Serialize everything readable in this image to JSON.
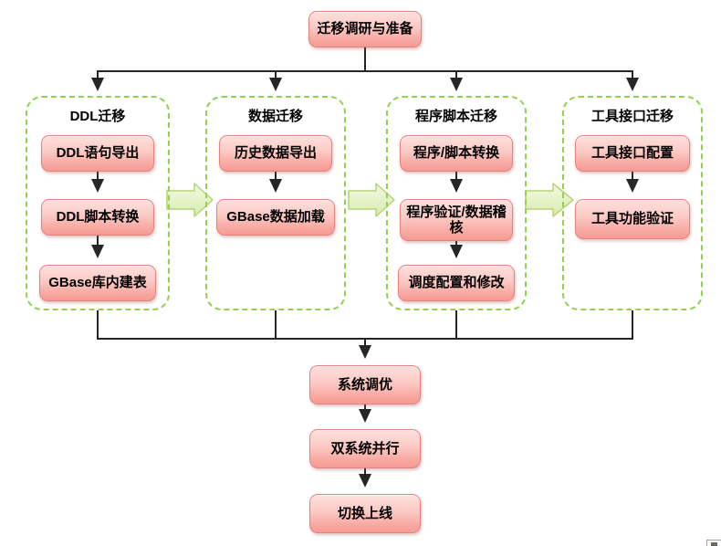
{
  "start_node": {
    "label": "迁移调研与准备"
  },
  "phases": [
    {
      "title": "DDL迁移",
      "steps": [
        "DDL语句导出",
        "DDL脚本转换",
        "GBase库内建表"
      ]
    },
    {
      "title": "数据迁移",
      "steps": [
        "历史数据导出",
        "GBase数据加载"
      ]
    },
    {
      "title": "程序脚本迁移",
      "steps": [
        "程序/脚本转换",
        "程序验证/数据稽核",
        "调度配置和修改"
      ]
    },
    {
      "title": "工具接口迁移",
      "steps": [
        "工具接口配置",
        "工具功能验证"
      ]
    }
  ],
  "final_steps": [
    "系统调优",
    "双系统并行",
    "切换上线"
  ],
  "colors": {
    "node_fill_top": "#fde0dd",
    "node_fill_bottom": "#f69b94",
    "node_border": "#e2837f",
    "phase_dash_border": "#92d050",
    "flow_arrow_fill_top": "#f2f9e3",
    "flow_arrow_fill_bottom": "#d8ecae",
    "flow_arrow_border": "#b6d476",
    "connector_line": "#262626"
  }
}
